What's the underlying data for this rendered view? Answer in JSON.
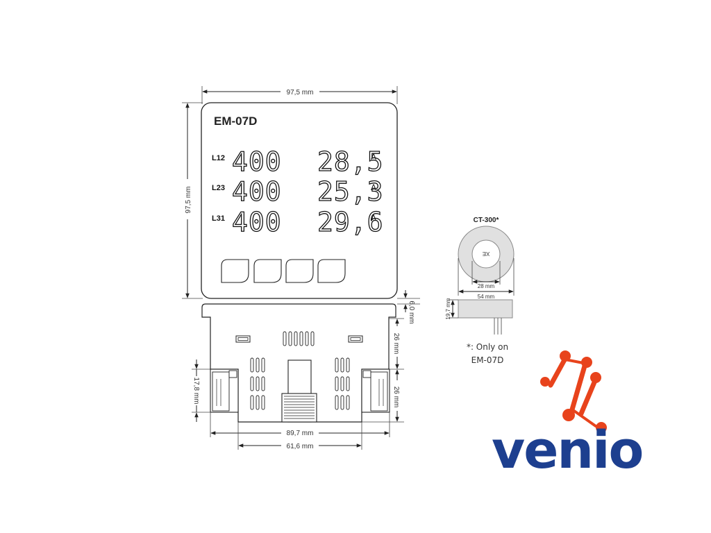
{
  "device": {
    "model": "EM-07D",
    "rows": [
      {
        "label": "L12",
        "voltage": "400",
        "current": "28,5",
        "unit": "A"
      },
      {
        "label": "L23",
        "voltage": "400",
        "current": "25,3",
        "unit": "A"
      },
      {
        "label": "L31",
        "voltage": "400",
        "current": "29,6",
        "unit": "A"
      }
    ]
  },
  "dimensions": {
    "front_width": "97,5 mm",
    "front_height": "97,5 mm",
    "depth_top": "6,0 mm",
    "depth_upper": "26 mm",
    "depth_lower": "26 mm",
    "clip_height": "17,8 mm",
    "body_width": "89,7 mm",
    "inner_width": "61,6 mm"
  },
  "ct": {
    "title": "CT-300*",
    "inner_diameter": "28 mm",
    "outer_diameter": "54 mm",
    "height": "19,7 mm",
    "center_mark": "XE",
    "note_line1": "*: Only on",
    "note_line2": "EM-07D"
  },
  "logo": {
    "text": "venio",
    "colors": {
      "text": "#1d3f8f",
      "molecule": "#e8431c"
    }
  }
}
